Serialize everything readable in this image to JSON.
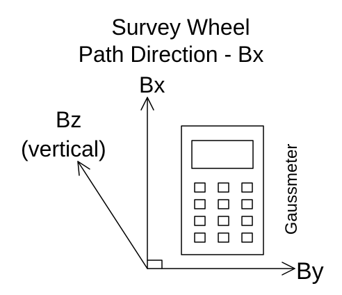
{
  "title": {
    "line1": "Survey Wheel",
    "line2": "Path Direction - Bx"
  },
  "axes": {
    "bx": "Bx",
    "bz": "Bz",
    "bz_note": "(vertical)",
    "by": "By"
  },
  "device": {
    "label": "Gaussmeter",
    "icon": "gaussmeter-icon",
    "keypad_rows": 4,
    "keypad_cols": 3
  },
  "colors": {
    "stroke": "#000000",
    "background": "#ffffff"
  }
}
